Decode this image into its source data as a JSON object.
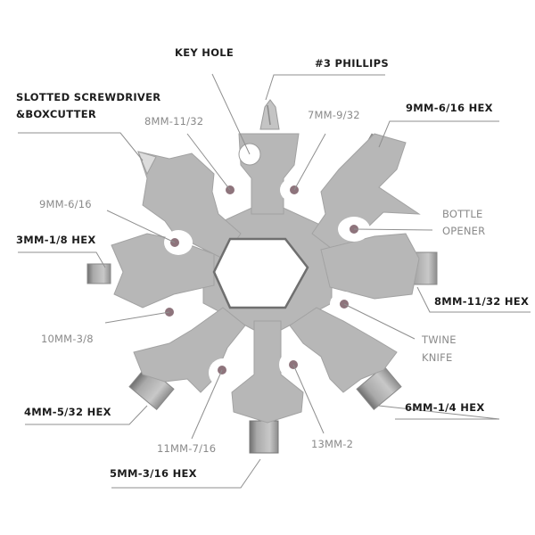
{
  "diagram": {
    "subject": "18-in-1 snowflake multi-tool",
    "colors": {
      "background": "#ffffff",
      "tool_metal": "#b7b7b7",
      "tool_edge": "#9d9d9d",
      "marker_dot": "#8e747c",
      "leader_line": "#8f8f8f",
      "bold_label": "#1c1c1c",
      "light_label": "#8a8a8a"
    },
    "labels": {
      "key_hole": "KEY HOLE",
      "phillips": "#3 PHILLIPS",
      "slotted_line1": "SLOTTED SCREWDRIVER",
      "slotted_line2": "&BOXCUTTER",
      "w8mm_top": "8MM-11/32",
      "w7mm": "7MM-9/32",
      "hex9mm": "9MM-6/16 HEX",
      "w9mm": "9MM-6/16",
      "bottle_line1": "BOTTLE",
      "bottle_line2": "OPENER",
      "hex3mm": "3MM-1/8 HEX",
      "hex8mm": "8MM-11/32 HEX",
      "w10mm": "10MM-3/8",
      "twine_line1": "TWINE",
      "twine_line2": "KNIFE",
      "hex4mm": "4MM-5/32 HEX",
      "hex6mm": "6MM-1/4 HEX",
      "w11mm": "11MM-7/16",
      "w13mm": "13MM-2",
      "hex5mm": "5MM-3/16 HEX"
    }
  }
}
